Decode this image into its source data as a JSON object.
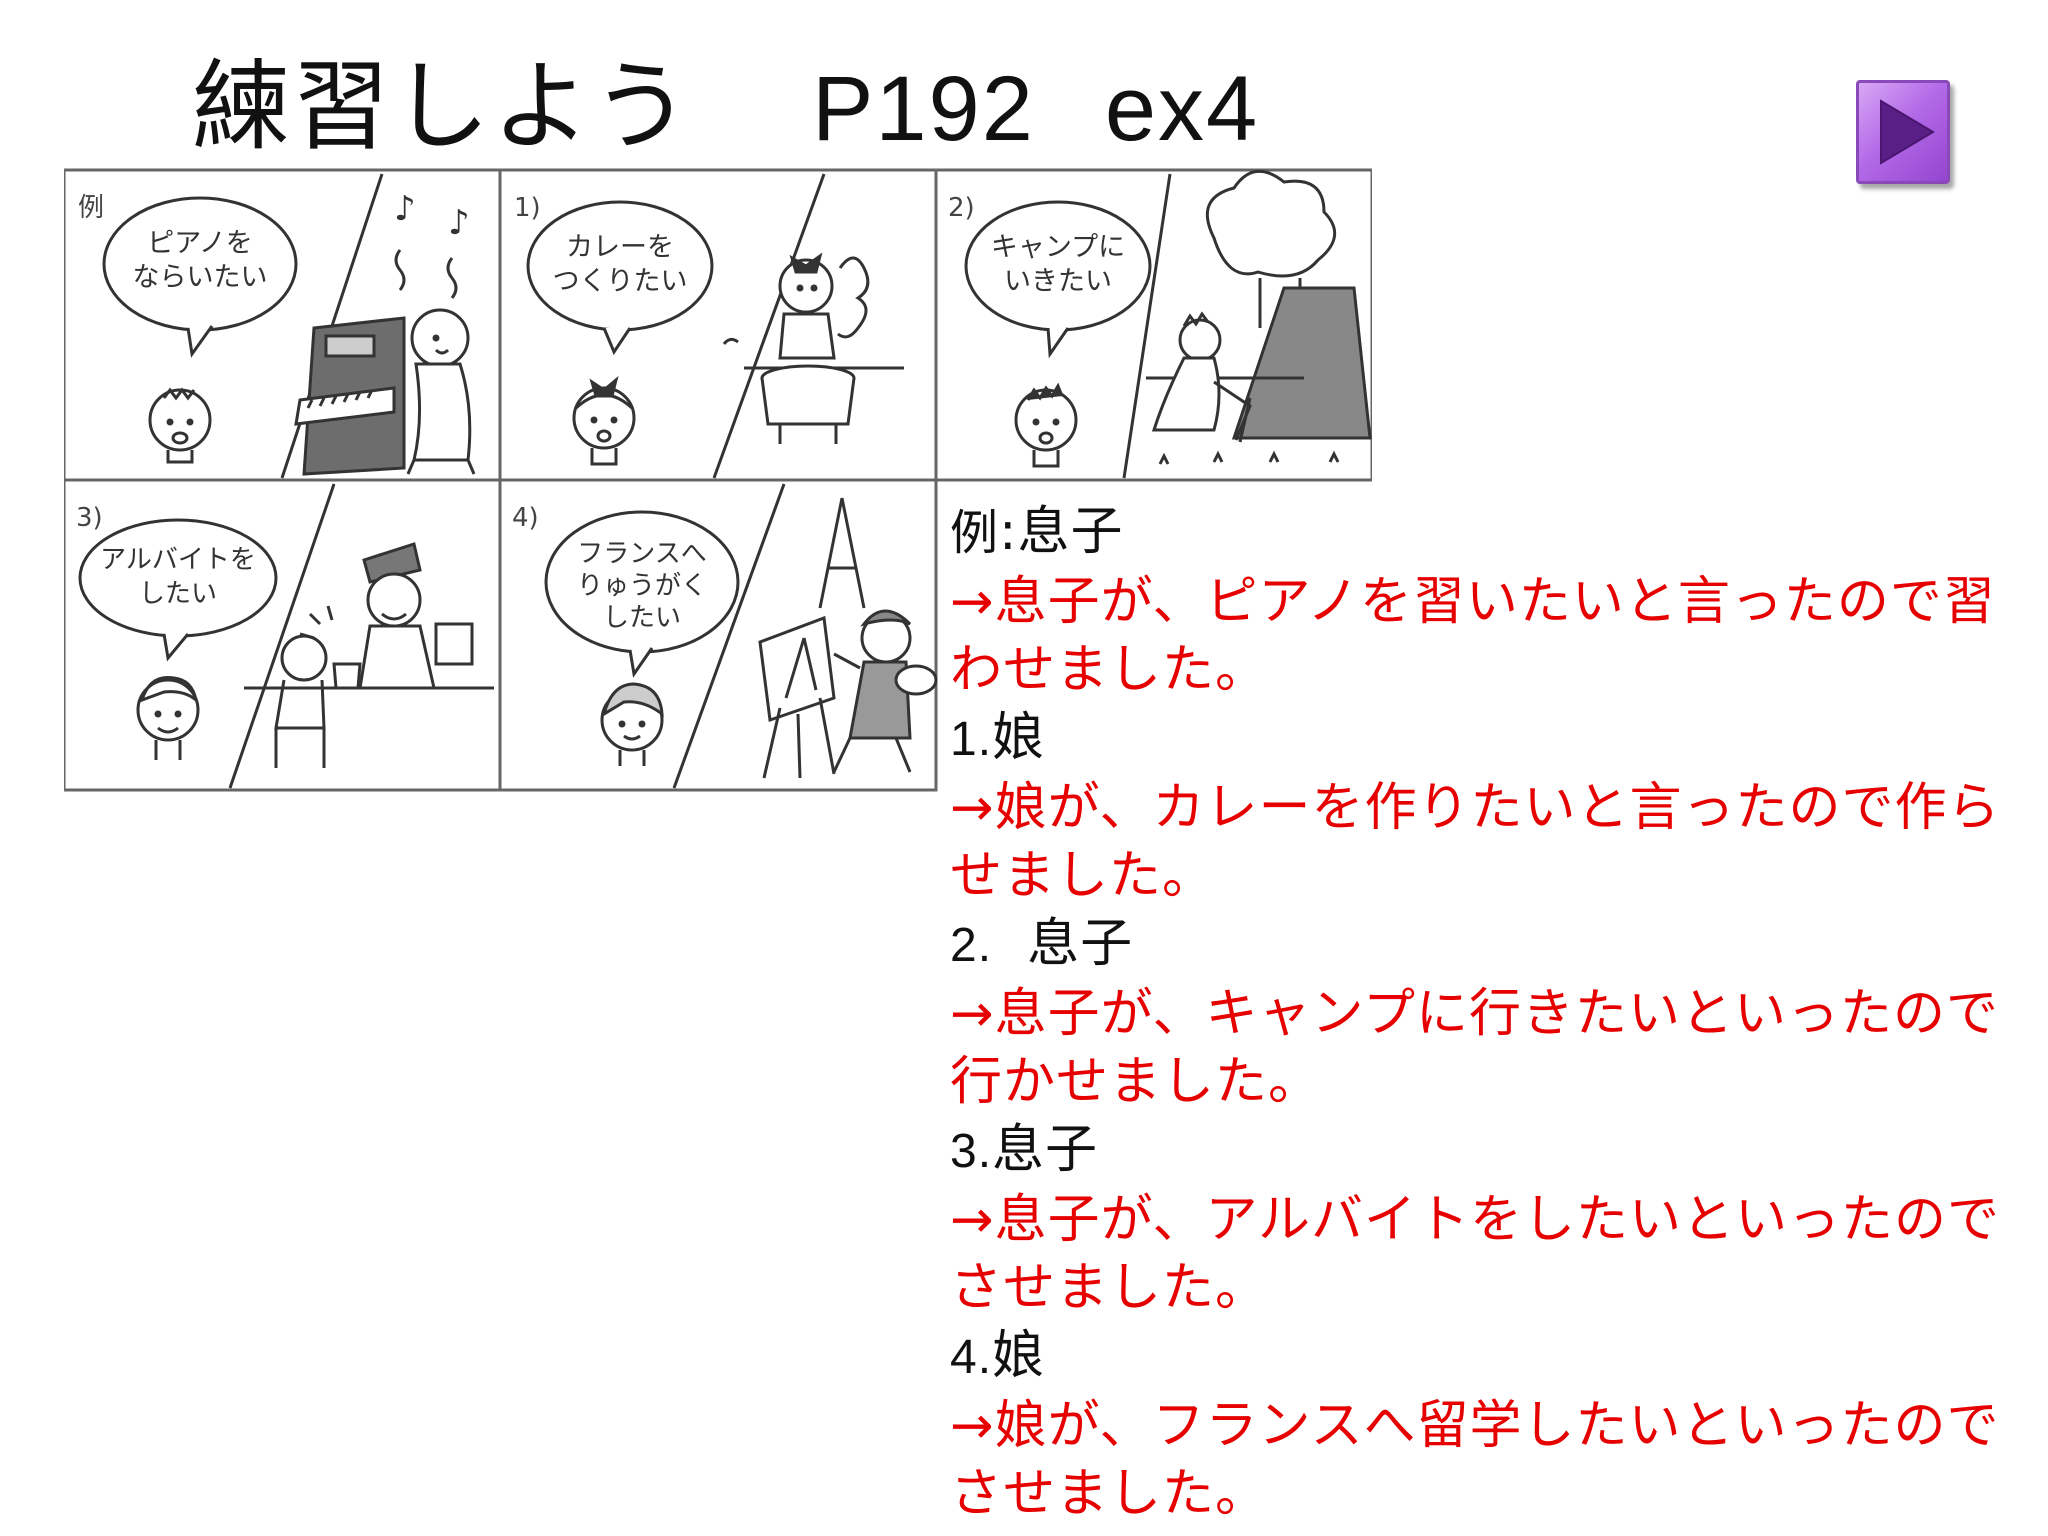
{
  "slide": {
    "title": "練習しよう",
    "page_ref": "P192",
    "exercise": "ex4"
  },
  "colors": {
    "answer_text": "#e60000",
    "text": "#111111",
    "button": "#b46be8"
  },
  "icons": {
    "play_button": "play-triangle-icon"
  },
  "panels": [
    {
      "label": "例",
      "bubble_lines": [
        "ピアノを",
        "ならいたい"
      ],
      "scene": "piano"
    },
    {
      "label": "1)",
      "bubble_lines": [
        "カレーを",
        "つくりたい"
      ],
      "scene": "cooking"
    },
    {
      "label": "2)",
      "bubble_lines": [
        "キャンプに",
        "いきたい"
      ],
      "scene": "camping"
    },
    {
      "label": "3)",
      "bubble_lines": [
        "アルバイトを",
        "したい"
      ],
      "scene": "part-time-job"
    },
    {
      "label": "4)",
      "bubble_lines": [
        "フランスへ",
        "りゅうがく",
        "したい"
      ],
      "scene": "paris"
    }
  ],
  "answers": [
    {
      "prompt_num": "例",
      "prompt_sep": ":",
      "prompt_word": "息子",
      "answer": "→息子が、ピアノを習いたいと言ったので習わせました。"
    },
    {
      "prompt_num": "1.",
      "prompt_sep": "",
      "prompt_word": "娘",
      "answer": "→娘が、カレーを作りたいと言ったので作らせました。"
    },
    {
      "prompt_num": "2.",
      "prompt_sep": "  ",
      "prompt_word": "息子",
      "answer": "→息子が、キャンプに行きたいといったので行かせました。"
    },
    {
      "prompt_num": "3.",
      "prompt_sep": "",
      "prompt_word": "息子",
      "answer": "→息子が、アルバイトをしたいといったのでさせました。"
    },
    {
      "prompt_num": "4.",
      "prompt_sep": "",
      "prompt_word": "娘",
      "answer": "→娘が、フランスへ留学したいといったのでさせました。"
    }
  ]
}
